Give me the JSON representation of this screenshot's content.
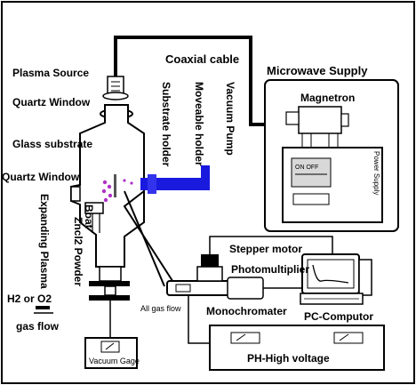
{
  "labels": {
    "coaxial_cable": "Coaxial cable",
    "microwave_supply": "Microwave Supply",
    "plasma_source": "Plasma Source",
    "quartz_window_top": "Quartz Window",
    "magnetron": "Magnetron",
    "substrate_holder": "Substrate holder",
    "moveable_holder": "Moveable holder",
    "vacuum_pump": "Vacuum Pump",
    "glass_substrate": "Glass substrate",
    "power_supply": "Power Supply",
    "quartz_window_side": "Quartz Window",
    "expanding_plasma": "Expanding Plasma",
    "zncl2_powder": "Zncl2 Powder",
    "boat": "Boat",
    "stepper_motor": "Stepper motor",
    "photomultiplier": "Photomultiplier",
    "h2_or_o2": "H2 or O2",
    "monochromater": "Monochromater",
    "pc_computor": "PC-Computor",
    "all_gas_flow": "All gas flow",
    "gas_flow": "gas flow",
    "ph_high_voltage": "PH-High voltage",
    "vacuum_gage": "Vacuum Gage",
    "panel_buttons": "ON OFF"
  },
  "colors": {
    "ink": "#000000",
    "holder_blue": "#1a1adf",
    "plasma_purple": "#b030c8",
    "panel_gray": "#d8d8d8"
  }
}
